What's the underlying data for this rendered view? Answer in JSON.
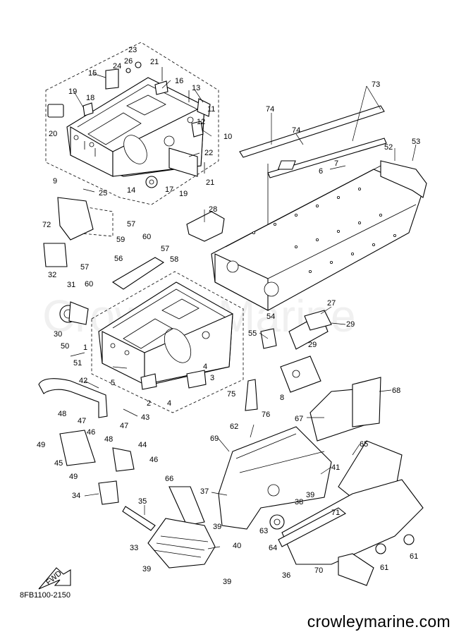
{
  "diagram": {
    "watermark": "Crowley Marine",
    "reference_code": "8FB1100-2150",
    "site_caption": "crowleymarine.com",
    "direction_label": "FWD",
    "callouts": [
      "1",
      "2",
      "3",
      "4",
      "4",
      "5",
      "6",
      "7",
      "8",
      "9",
      "10",
      "11",
      "12",
      "13",
      "14",
      "15",
      "16",
      "17",
      "18",
      "19",
      "19",
      "20",
      "21",
      "21",
      "22",
      "23",
      "24",
      "25",
      "26",
      "27",
      "28",
      "29",
      "29",
      "30",
      "31",
      "32",
      "33",
      "34",
      "35",
      "36",
      "37",
      "38",
      "39",
      "39",
      "39",
      "39",
      "40",
      "41",
      "42",
      "43",
      "44",
      "45",
      "46",
      "46",
      "47",
      "47",
      "48",
      "48",
      "49",
      "49",
      "50",
      "51",
      "52",
      "53",
      "54",
      "55",
      "56",
      "57",
      "57",
      "57",
      "58",
      "59",
      "60",
      "60",
      "61",
      "61",
      "62",
      "63",
      "64",
      "65",
      "66",
      "67",
      "68",
      "69",
      "70",
      "71",
      "72",
      "73",
      "74",
      "74",
      "75",
      "76"
    ]
  }
}
